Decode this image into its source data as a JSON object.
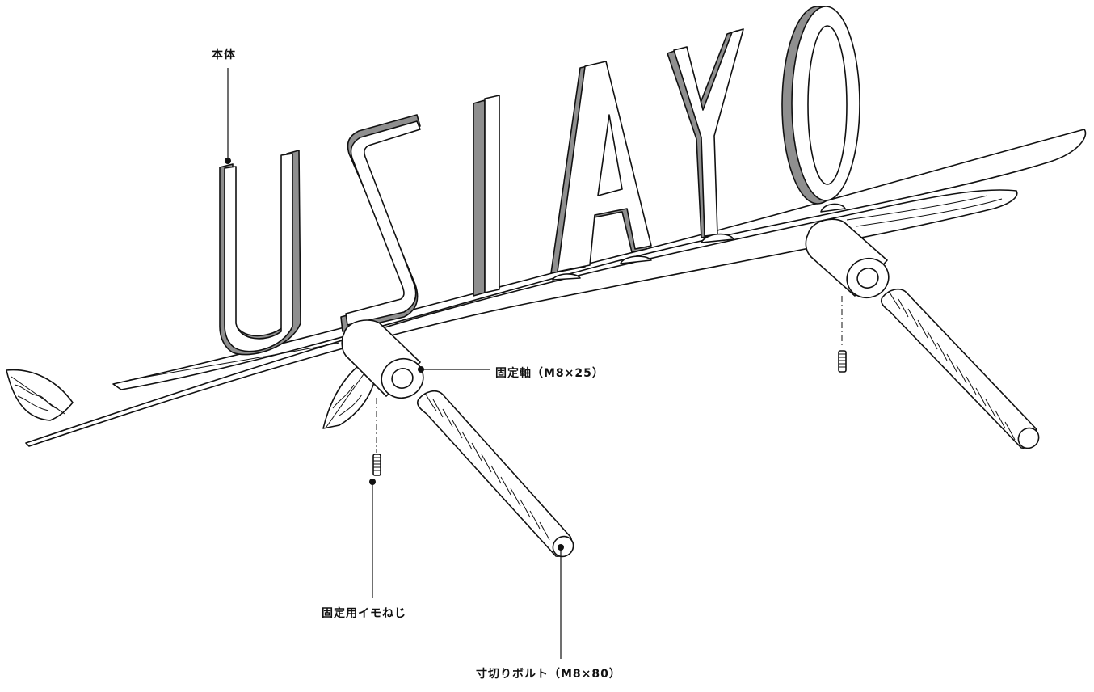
{
  "diagram": {
    "sign_text": "USIAYO",
    "callouts": {
      "body": "本体",
      "fixing_shaft": "固定軸（M8×25）",
      "set_screw": "固定用イモねじ",
      "cut_bolt": "寸切りボルト（M8×80）"
    },
    "colors": {
      "ink": "#111111",
      "letter_side": "#8f8f8f",
      "paper": "#ffffff"
    }
  }
}
